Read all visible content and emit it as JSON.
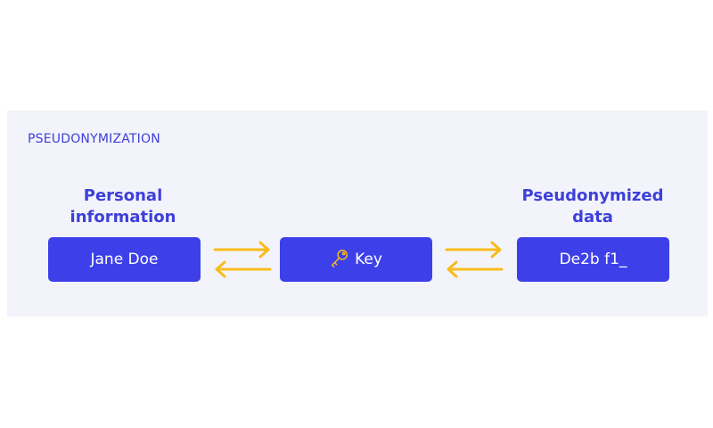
{
  "diagram": {
    "title": "PSEUDONYMIZATION",
    "left_heading": "Personal information",
    "right_heading": "Pseudonymized data",
    "boxes": {
      "personal": "Jane Doe",
      "key": "Key",
      "pseudonym": "De2b f1_"
    },
    "icons": {
      "key": "key-icon",
      "arrow_pair": "bidirectional-arrows-icon"
    },
    "colors": {
      "accent": "#3d40d9",
      "box": "#3d40e9",
      "arrow": "#f8bc1c",
      "panel": "#f3f3fb"
    }
  }
}
